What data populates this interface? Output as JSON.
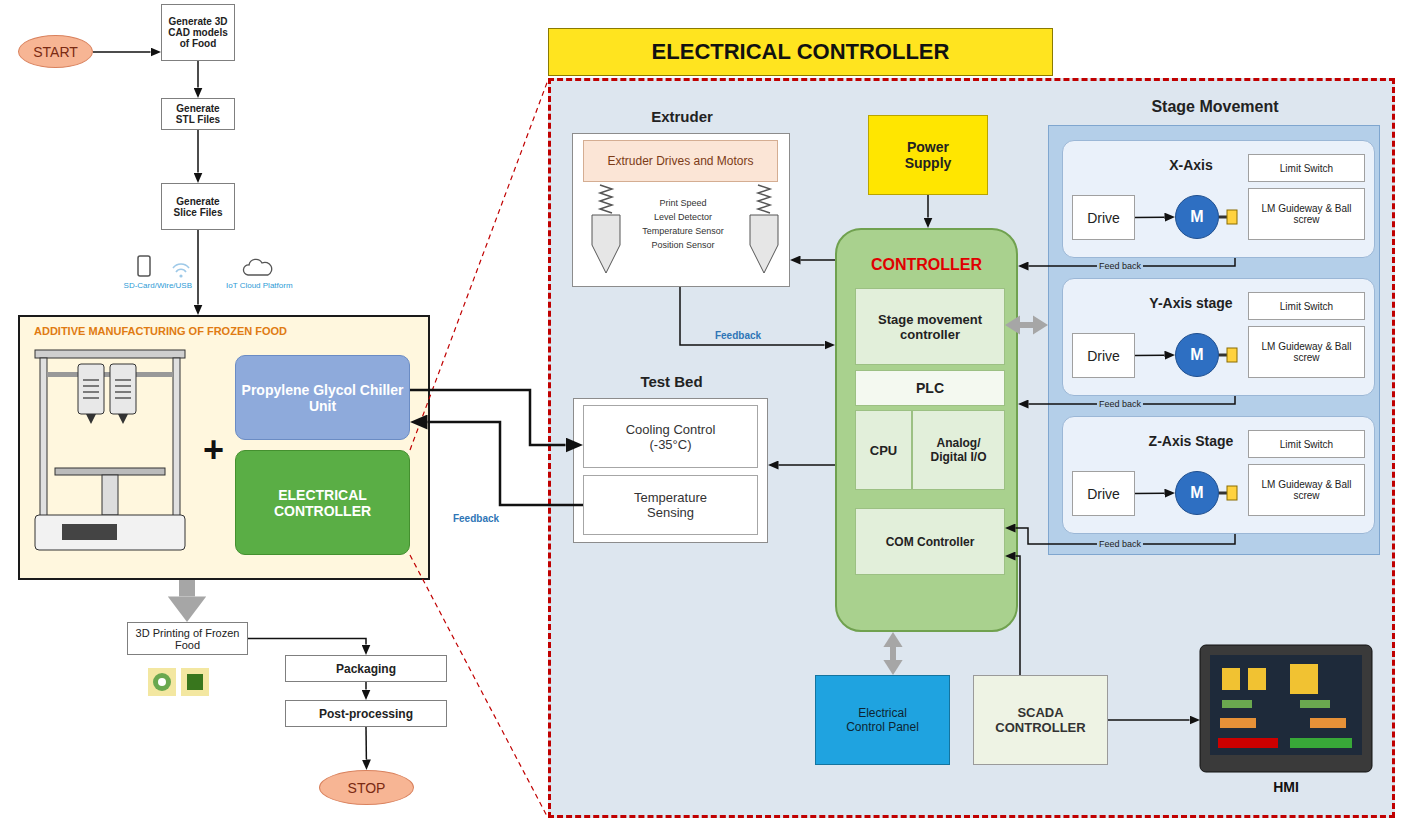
{
  "diagram": {
    "nodes": [
      {
        "text": [
          "START"
        ]
      },
      {
        "text": [
          "Generate 3D CAD models of Food"
        ]
      },
      {
        "text": [
          "Generate STL Files"
        ]
      },
      {
        "text": [
          "Generate Slice Files"
        ]
      },
      {
        "text": [
          "ADDITIVE MANUFACTURING OF FROZEN FOOD"
        ]
      },
      {
        "text": [
          "Propylene Glycol Chiller Unit"
        ],
        "in": 4
      },
      {
        "text": [
          "ELECTRICAL CONTROLLER"
        ],
        "in": 4
      },
      {
        "text": [
          "3D Printing of Frozen Food"
        ]
      },
      {
        "text": [
          "Packaging"
        ]
      },
      {
        "text": [
          "Post-processing"
        ]
      },
      {
        "text": [
          "STOP"
        ]
      },
      {
        "text": [
          "ELECTRICAL CONTROLLER"
        ]
      },
      {
        "text": [
          "Extruder",
          "Print Speed",
          "Level Detector",
          "Temperature Sensor",
          "Position Sensor"
        ],
        "in": 11
      },
      {
        "text": [
          "Extruder Drives and Motors"
        ],
        "in": 12
      },
      {
        "text": [
          "Power Supply"
        ],
        "in": 11
      },
      {
        "text": [
          "Stage Movement"
        ],
        "in": 11
      },
      {
        "text": [
          "X-Axis"
        ],
        "in": 15
      },
      {
        "text": [
          "Drive"
        ],
        "in": 16
      },
      {
        "text": [
          "M"
        ],
        "in": 16
      },
      {
        "text": [
          "Limit Switch"
        ],
        "in": 16
      },
      {
        "text": [
          "LM Guideway & Ball screw"
        ],
        "in": 16
      },
      {
        "text": [
          "Y-Axis stage"
        ],
        "in": 15
      },
      {
        "text": [
          "Drive"
        ],
        "in": 21
      },
      {
        "text": [
          "M"
        ],
        "in": 21
      },
      {
        "text": [
          "Limit Switch"
        ],
        "in": 21
      },
      {
        "text": [
          "LM Guideway & Ball screw"
        ],
        "in": 21
      },
      {
        "text": [
          "Z-Axis Stage"
        ],
        "in": 15
      },
      {
        "text": [
          "Drive"
        ],
        "in": 26
      },
      {
        "text": [
          "M"
        ],
        "in": 26
      },
      {
        "text": [
          "Limit Switch"
        ],
        "in": 26
      },
      {
        "text": [
          "LM Guideway & Ball screw"
        ],
        "in": 26
      },
      {
        "text": [
          "CONTROLLER"
        ],
        "in": 11
      },
      {
        "text": [
          "Stage movement controller"
        ],
        "in": 31
      },
      {
        "text": [
          "PLC"
        ],
        "in": 31
      },
      {
        "text": [
          "CPU"
        ],
        "in": 31
      },
      {
        "text": [
          "Analog/ Digital I/O"
        ],
        "in": 31
      },
      {
        "text": [
          "COM Controller"
        ],
        "in": 31
      },
      {
        "text": [
          "Test Bed"
        ],
        "in": 11
      },
      {
        "text": [
          "Cooling Control (-35°C)"
        ],
        "in": 37
      },
      {
        "text": [
          "Temperature Sensing"
        ],
        "in": 37
      },
      {
        "text": [
          "Electrical Control Panel"
        ],
        "in": 11
      },
      {
        "text": [
          "SCADA CONTROLLER"
        ],
        "in": 11
      },
      {
        "text": [
          "HMI"
        ],
        "in": 11
      }
    ],
    "edges": [
      {
        "from": 0,
        "to": 1,
        "arrow": "to"
      },
      {
        "from": 1,
        "to": 2,
        "arrow": "to"
      },
      {
        "from": 2,
        "to": 3,
        "arrow": "to"
      },
      {
        "from": 3,
        "to": 4,
        "arrow": "to"
      },
      {
        "from": 4,
        "to": 7,
        "arrow": "to"
      },
      {
        "from": 7,
        "to": 8,
        "arrow": "to"
      },
      {
        "from": 8,
        "to": 9,
        "arrow": "to"
      },
      {
        "from": 9,
        "to": 10,
        "arrow": "to"
      },
      {
        "from": 5,
        "to": 38,
        "arrow": "to"
      },
      {
        "from": 39,
        "to": 5,
        "label": "Feedback",
        "arrow": "to"
      },
      {
        "from": 31,
        "to": 12,
        "arrow": "to"
      },
      {
        "from": 12,
        "to": 31,
        "label": "Feedback",
        "arrow": "to"
      },
      {
        "from": 14,
        "to": 31,
        "arrow": "to"
      },
      {
        "from": 31,
        "to": 37,
        "arrow": "to"
      },
      {
        "from": 32,
        "to": 15,
        "arrow": "both"
      },
      {
        "from": 16,
        "to": 31,
        "label": "Feed back",
        "arrow": "to"
      },
      {
        "from": 21,
        "to": 31,
        "label": "Feed back",
        "arrow": "to"
      },
      {
        "from": 26,
        "to": 36,
        "label": "Feed back",
        "arrow": "to"
      },
      {
        "from": 41,
        "to": 36,
        "arrow": "to"
      },
      {
        "from": 31,
        "to": 40,
        "arrow": "both"
      },
      {
        "from": 41,
        "to": 42,
        "arrow": "to"
      },
      {
        "from": 17,
        "to": 18,
        "arrow": "to"
      },
      {
        "from": 22,
        "to": 23,
        "arrow": "to"
      },
      {
        "from": 27,
        "to": 28,
        "arrow": "to"
      }
    ],
    "labels": [
      "SD-Card/Wire/USB",
      "IoT Cloud Platform",
      "+"
    ]
  }
}
